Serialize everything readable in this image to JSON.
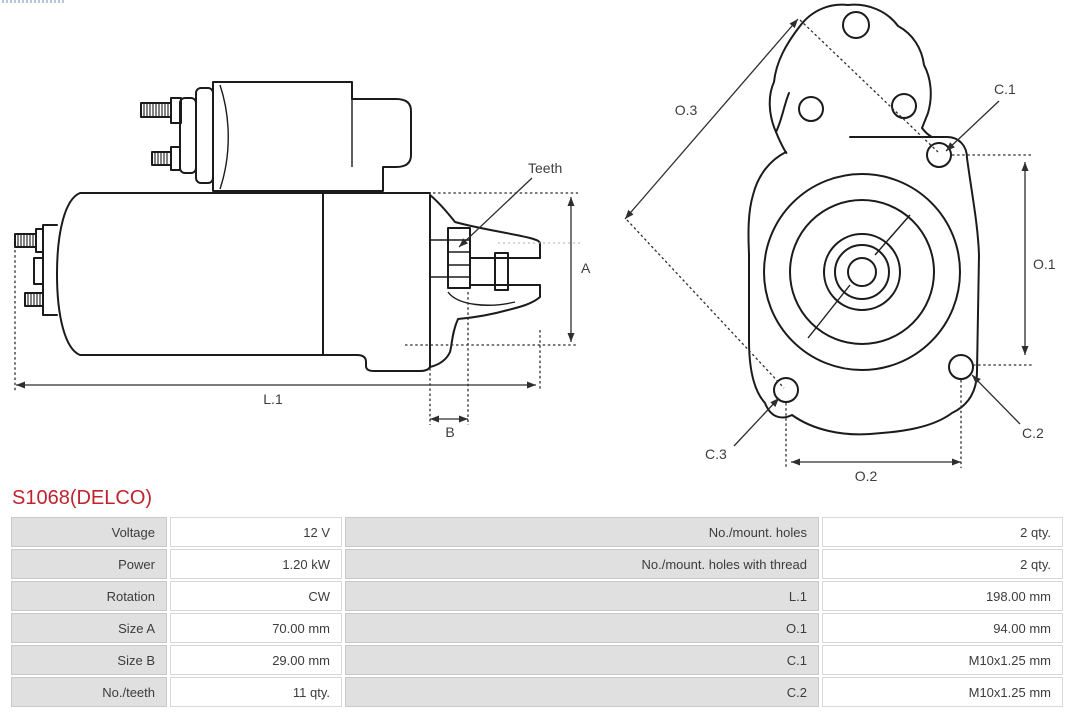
{
  "title": {
    "text": "S1068(DELCO)",
    "color": "#c0232e"
  },
  "diagram": {
    "labels": {
      "teeth": "Teeth",
      "a": "A",
      "l1": "L.1",
      "b": "B",
      "o3": "O.3",
      "c1": "C.1",
      "o1": "O.1",
      "c2": "C.2",
      "c3": "C.3",
      "o2": "O.2"
    },
    "line_color": "#1b1b1b",
    "dim_text_color": "#3d3d3d"
  },
  "table": {
    "colors": {
      "label_bg": "#e0e0e0",
      "label_border": "#c9c9c9",
      "value_bg": "#ffffff",
      "value_border": "#d8d8d8",
      "text": "#3c3c3c"
    },
    "rows": [
      {
        "label_left": "Voltage",
        "value_left": "12 V",
        "label_right": "No./mount. holes",
        "value_right": "2 qty."
      },
      {
        "label_left": "Power",
        "value_left": "1.20 kW",
        "label_right": "No./mount. holes with thread",
        "value_right": "2 qty."
      },
      {
        "label_left": "Rotation",
        "value_left": "CW",
        "label_right": "L.1",
        "value_right": "198.00 mm"
      },
      {
        "label_left": "Size A",
        "value_left": "70.00 mm",
        "label_right": "O.1",
        "value_right": "94.00 mm"
      },
      {
        "label_left": "Size B",
        "value_left": "29.00 mm",
        "label_right": "C.1",
        "value_right": "M10x1.25 mm"
      },
      {
        "label_left": "No./teeth",
        "value_left": "11 qty.",
        "label_right": "C.2",
        "value_right": "M10x1.25 mm"
      }
    ]
  }
}
